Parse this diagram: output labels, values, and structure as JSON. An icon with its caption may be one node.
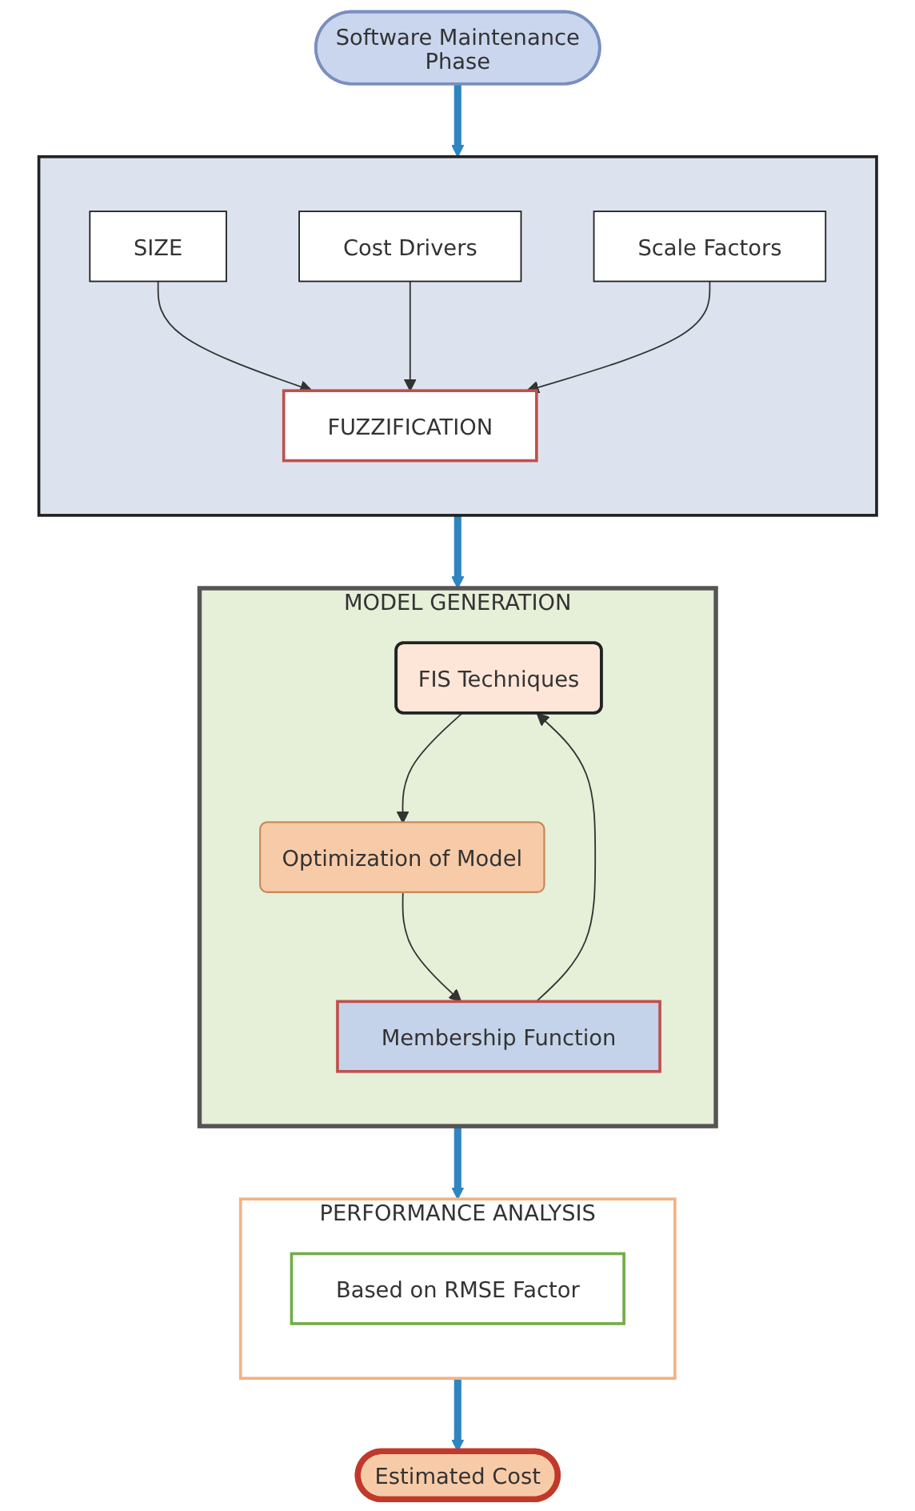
{
  "diagram": {
    "nodes": [
      {
        "text": [
          "Software Maintenance Phase"
        ]
      },
      {
        "text": [],
        "shape": "box"
      },
      {
        "text": [
          "SIZE"
        ],
        "in": 1
      },
      {
        "text": [
          "Cost Drivers"
        ],
        "in": 1
      },
      {
        "text": [
          "Scale Factors"
        ],
        "in": 1
      },
      {
        "text": [
          "FUZZIFICATION"
        ],
        "in": 1
      },
      {
        "text": [
          "MODEL GENERATION"
        ]
      },
      {
        "text": [
          "FIS Techniques"
        ],
        "in": 6
      },
      {
        "text": [
          "Optimization of Model"
        ],
        "in": 6
      },
      {
        "text": [
          "Membership Function"
        ],
        "in": 6
      },
      {
        "text": [
          "PERFORMANCE ANALYSIS"
        ]
      },
      {
        "text": [
          "Based on RMSE Factor"
        ],
        "in": 10
      },
      {
        "text": [
          "Estimated Cost"
        ]
      }
    ],
    "edges": [
      {
        "from": 0,
        "to": 1,
        "arrow": "to",
        "style": "thick",
        "color": "#2e86c1"
      },
      {
        "from": 2,
        "to": 5,
        "arrow": "to"
      },
      {
        "from": 3,
        "to": 5,
        "arrow": "to"
      },
      {
        "from": 4,
        "to": 5,
        "arrow": "to"
      },
      {
        "from": 1,
        "to": 6,
        "arrow": "to",
        "style": "thick",
        "color": "#2e86c1"
      },
      {
        "from": 7,
        "to": 8,
        "arrow": "to"
      },
      {
        "from": 8,
        "to": 9,
        "arrow": "to"
      },
      {
        "from": 9,
        "to": 7,
        "arrow": "to"
      },
      {
        "from": 6,
        "to": 10,
        "arrow": "to",
        "style": "thick",
        "color": "#2e86c1"
      },
      {
        "from": 10,
        "to": 12,
        "arrow": "to",
        "style": "thick",
        "color": "#2e86c1"
      }
    ]
  }
}
